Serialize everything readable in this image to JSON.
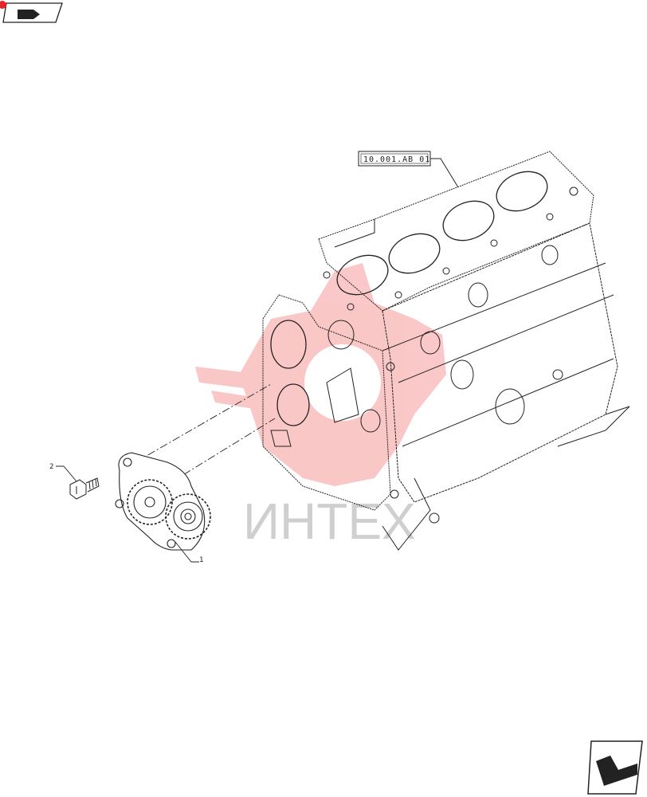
{
  "reference_box": {
    "label": "10.001.AB 01"
  },
  "callouts": [
    {
      "number": "1",
      "part": "oil-pump"
    },
    {
      "number": "2",
      "part": "bolt"
    }
  ],
  "watermark": {
    "text": "ИНТЕХ",
    "color": "#e9252a"
  },
  "icons": {
    "top_left": "tractor-book-icon",
    "bottom_right": "next-page-arrow-icon"
  },
  "colors": {
    "line": "#222222",
    "watermark_red": "#ee3b3b",
    "watermark_gray": "#cfcfcf"
  }
}
